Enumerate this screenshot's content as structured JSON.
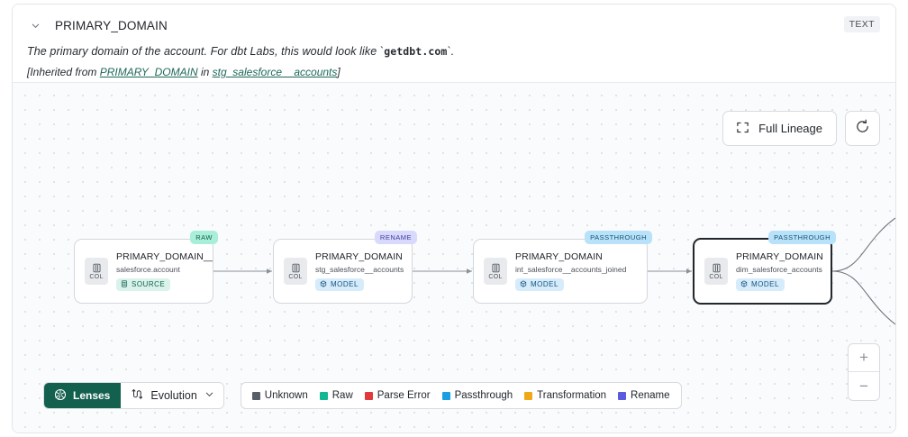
{
  "header": {
    "collapse_icon": "chevron-down-icon",
    "title": "PRIMARY_DOMAIN",
    "type_badge": "TEXT",
    "description_prefix": "The primary domain of the account. For dbt Labs, this would look like `",
    "description_code": "getdbt.com",
    "description_suffix": "`.",
    "inherited_open": "[Inherited from ",
    "inherited_column": "PRIMARY_DOMAIN",
    "inherited_middle": " in ",
    "inherited_model": "stg_salesforce__accounts",
    "inherited_close": "]"
  },
  "canvas_tools": {
    "full_lineage_label": "Full Lineage",
    "full_lineage_icon": "expand-icon",
    "refresh_icon": "refresh-icon"
  },
  "zoom_controls": {
    "zoom_in": "+",
    "zoom_out": "−"
  },
  "lineage": {
    "nodes": [
      {
        "tag": "RAW",
        "tag_style": "raw",
        "chip_label": "COL",
        "chip_icon": "column-icon",
        "title": "PRIMARY_DOMAIN__C",
        "subtitle": "salesforce.account",
        "badge": "SOURCE",
        "badge_style": "source",
        "badge_icon": "database-icon",
        "selected": false
      },
      {
        "tag": "RENAME",
        "tag_style": "rename",
        "chip_label": "COL",
        "chip_icon": "column-icon",
        "title": "PRIMARY_DOMAIN",
        "subtitle": "stg_salesforce__accounts",
        "badge": "MODEL",
        "badge_style": "model",
        "badge_icon": "cube-icon",
        "selected": false
      },
      {
        "tag": "PASSTHROUGH",
        "tag_style": "pass",
        "chip_label": "COL",
        "chip_icon": "column-icon",
        "title": "PRIMARY_DOMAIN",
        "subtitle": "int_salesforce__accounts_joined",
        "badge": "MODEL",
        "badge_style": "model",
        "badge_icon": "cube-icon",
        "selected": false
      },
      {
        "tag": "PASSTHROUGH",
        "tag_style": "pass",
        "chip_label": "COL",
        "chip_icon": "column-icon",
        "title": "PRIMARY_DOMAIN",
        "subtitle": "dim_salesforce_accounts",
        "badge": "MODEL",
        "badge_style": "model",
        "badge_icon": "cube-icon",
        "selected": true
      }
    ]
  },
  "bottom_bar": {
    "lenses_label": "Lenses",
    "lenses_icon": "aperture-icon",
    "evolution_label": "Evolution",
    "evolution_icon": "evolution-icon",
    "evolution_chevron": "chevron-down-icon",
    "legend": [
      {
        "label": "Unknown",
        "color": "#585f68"
      },
      {
        "label": "Raw",
        "color": "#12b894"
      },
      {
        "label": "Parse Error",
        "color": "#e03a3a"
      },
      {
        "label": "Passthrough",
        "color": "#1a9fe0"
      },
      {
        "label": "Transformation",
        "color": "#f0a818"
      },
      {
        "label": "Rename",
        "color": "#5b5be0"
      }
    ]
  }
}
